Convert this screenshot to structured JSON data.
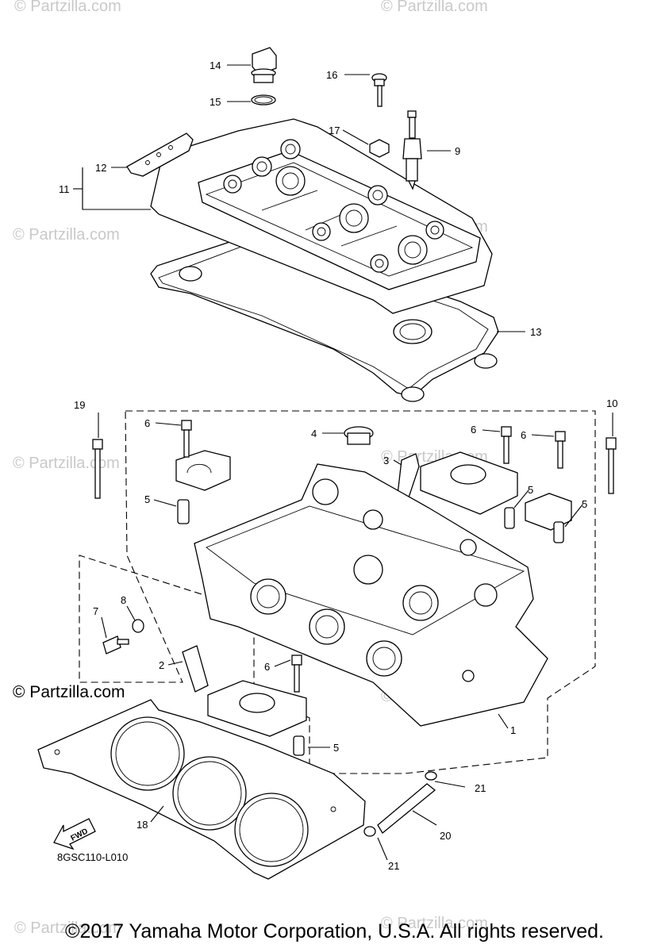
{
  "watermark": "© Partzilla.com",
  "logo": "© Partzilla.com",
  "diagram_code": "8GSC110-L010",
  "fwd_label": "FWD",
  "copyright": "©2017 Yamaha Motor Corporation, U.S.A. All rights reserved.",
  "callouts": {
    "c1": "1",
    "c2": "2",
    "c3": "3",
    "c4": "4",
    "c5a": "5",
    "c5b": "5",
    "c5c": "5",
    "c5d": "5",
    "c6a": "6",
    "c6b": "6",
    "c6c": "6",
    "c6d": "6",
    "c7": "7",
    "c8": "8",
    "c9": "9",
    "c10": "10",
    "c11": "11",
    "c12": "12",
    "c13": "13",
    "c14": "14",
    "c15": "15",
    "c16": "16",
    "c17": "17",
    "c18": "18",
    "c19": "19",
    "c20": "20",
    "c21a": "21",
    "c21b": "21"
  }
}
